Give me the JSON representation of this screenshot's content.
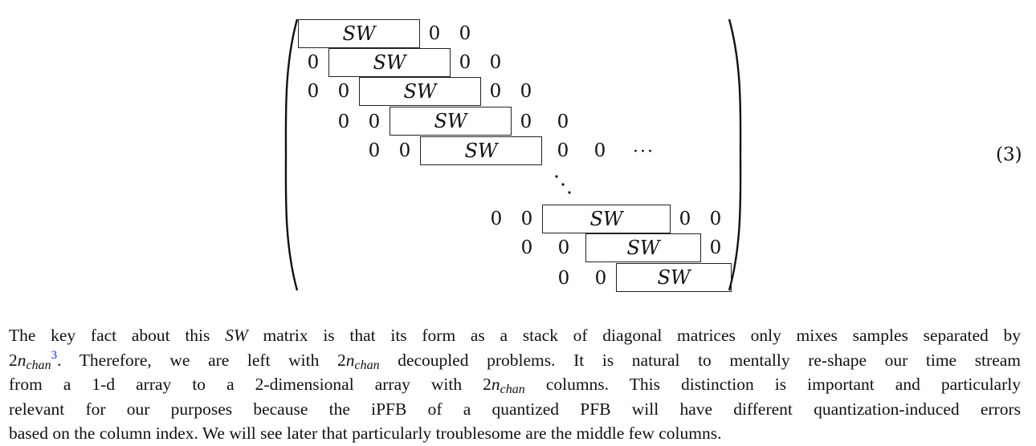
{
  "matrix": {
    "block_label": "SW",
    "zero": "0",
    "ellipsis": "···",
    "rows": [
      {
        "left_zeros": 0,
        "right_zeros": 2
      },
      {
        "left_zeros": 1,
        "right_zeros": 2
      },
      {
        "left_zeros": 2,
        "right_zeros": 2
      },
      {
        "left_zeros": 2,
        "right_zeros": 2
      },
      {
        "left_zeros": 2,
        "right_zeros": 2
      },
      {
        "left_zeros": 2,
        "right_zeros": 2
      },
      {
        "left_zeros": 2,
        "right_zeros": 1
      },
      {
        "left_zeros": 2,
        "right_zeros": 0
      }
    ]
  },
  "equation_number": "(3)",
  "paragraph": {
    "l1_a": "The key fact about this ",
    "l1_sw": "SW",
    "l1_b": " matrix is that its form as a stack of diagonal matrices only mixes samples separated by",
    "two": "2",
    "n": "n",
    "chan": "chan",
    "footnote": "3",
    "l2_a": ". Therefore, we are left with ",
    "l2_b": " decoupled problems. It is natural to mentally re-shape our time stream",
    "l3_a": "from a 1-d array to a 2-dimensional array with ",
    "l3_b": " columns.  This distinction is important and particularly",
    "l4_a": "relevant for our purposes because the iPFB of a quantized PFB will have different quantization-induced errors",
    "l5_a": "based on the column index. We will see later that particularly troublesome are the middle few columns."
  }
}
